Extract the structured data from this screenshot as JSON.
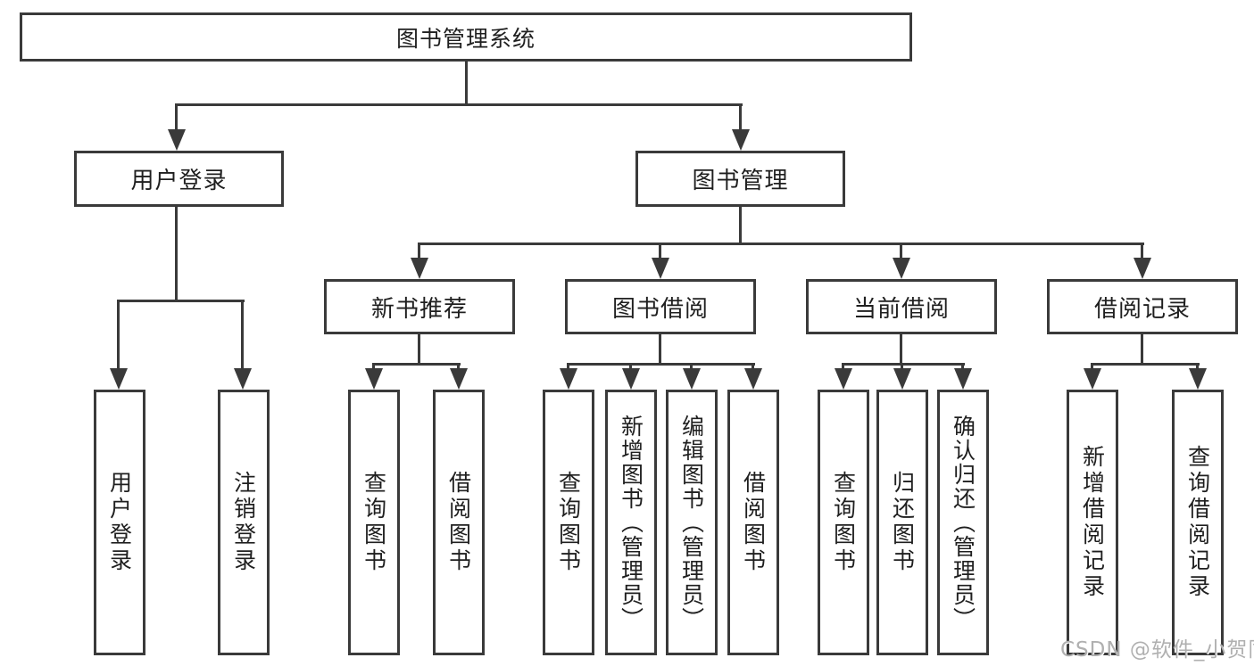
{
  "diagram": {
    "root": "图书管理系统",
    "level1": {
      "user_login": "用户登录",
      "book_mgmt": "图书管理"
    },
    "level2": {
      "new_books": "新书推荐",
      "book_borrow": "图书借阅",
      "current_borrow": "当前借阅",
      "borrow_records": "借阅记录"
    },
    "leaves": {
      "login": [
        "用户登录",
        "注销登录"
      ],
      "recommend": [
        "查询图书",
        "借阅图书"
      ],
      "borrow": [
        "查询图书",
        "新增图书（管理员）",
        "编辑图书（管理员）",
        "借阅图书"
      ],
      "current": [
        "查询图书",
        "归还图书",
        "确认归还（管理员）"
      ],
      "records": [
        "新增借阅记录",
        "查询借阅记录"
      ]
    }
  },
  "watermark": "CSDN @软件_小贺同学",
  "colors": {
    "line": "#3a3a3a",
    "text": "#1f1f1f",
    "watermark": "#b0b0b0"
  }
}
